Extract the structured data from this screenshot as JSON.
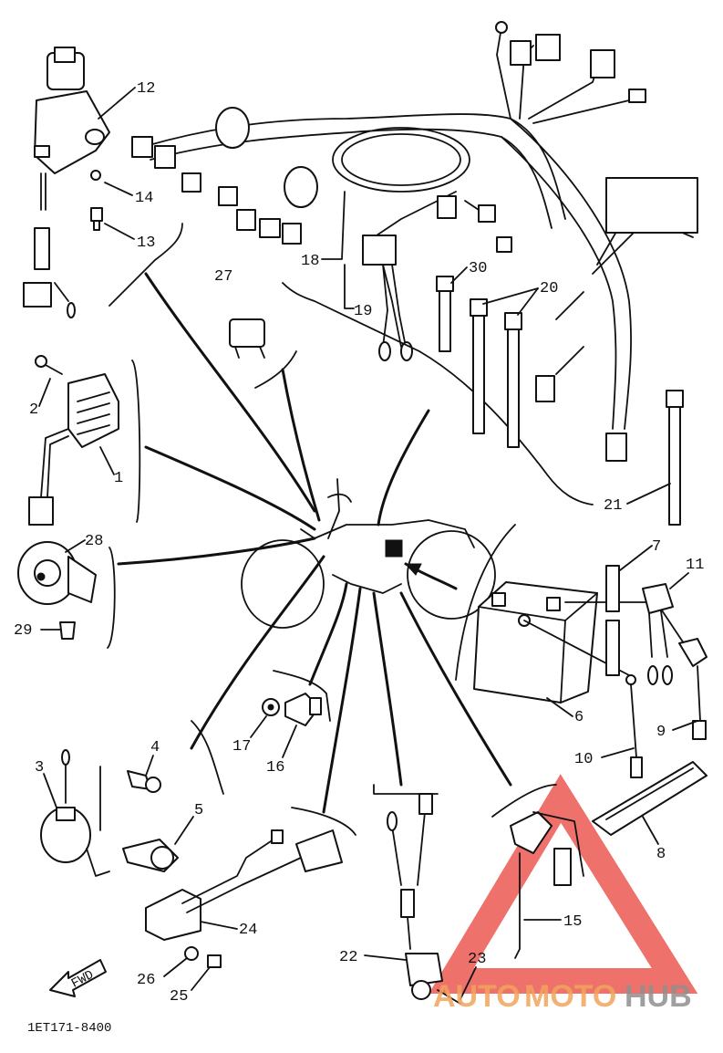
{
  "diagram": {
    "code": "1ET171-8400",
    "fwd": "FWD",
    "watermark": {
      "part1": "AUTO",
      "part2": "MOTO",
      "part3": "HUB",
      "color_main": "#e8413a",
      "color_auto": "#f2a45c",
      "color_hub": "#8f8f8f"
    },
    "labels": {
      "n1": "1",
      "n2": "2",
      "n3": "3",
      "n4": "4",
      "n5": "5",
      "n6": "6",
      "n7": "7",
      "n8": "8",
      "n9": "9",
      "n10": "10",
      "n11": "11",
      "n12": "12",
      "n13": "13",
      "n14": "14",
      "n15": "15",
      "n16": "16",
      "n17": "17",
      "n18": "18",
      "n19": "19",
      "n20": "20",
      "n21": "21",
      "n22": "22",
      "n23": "23",
      "n24": "24",
      "n25": "25",
      "n26": "26",
      "n27": "27",
      "n28": "28",
      "n29": "29",
      "n30": "30"
    }
  }
}
